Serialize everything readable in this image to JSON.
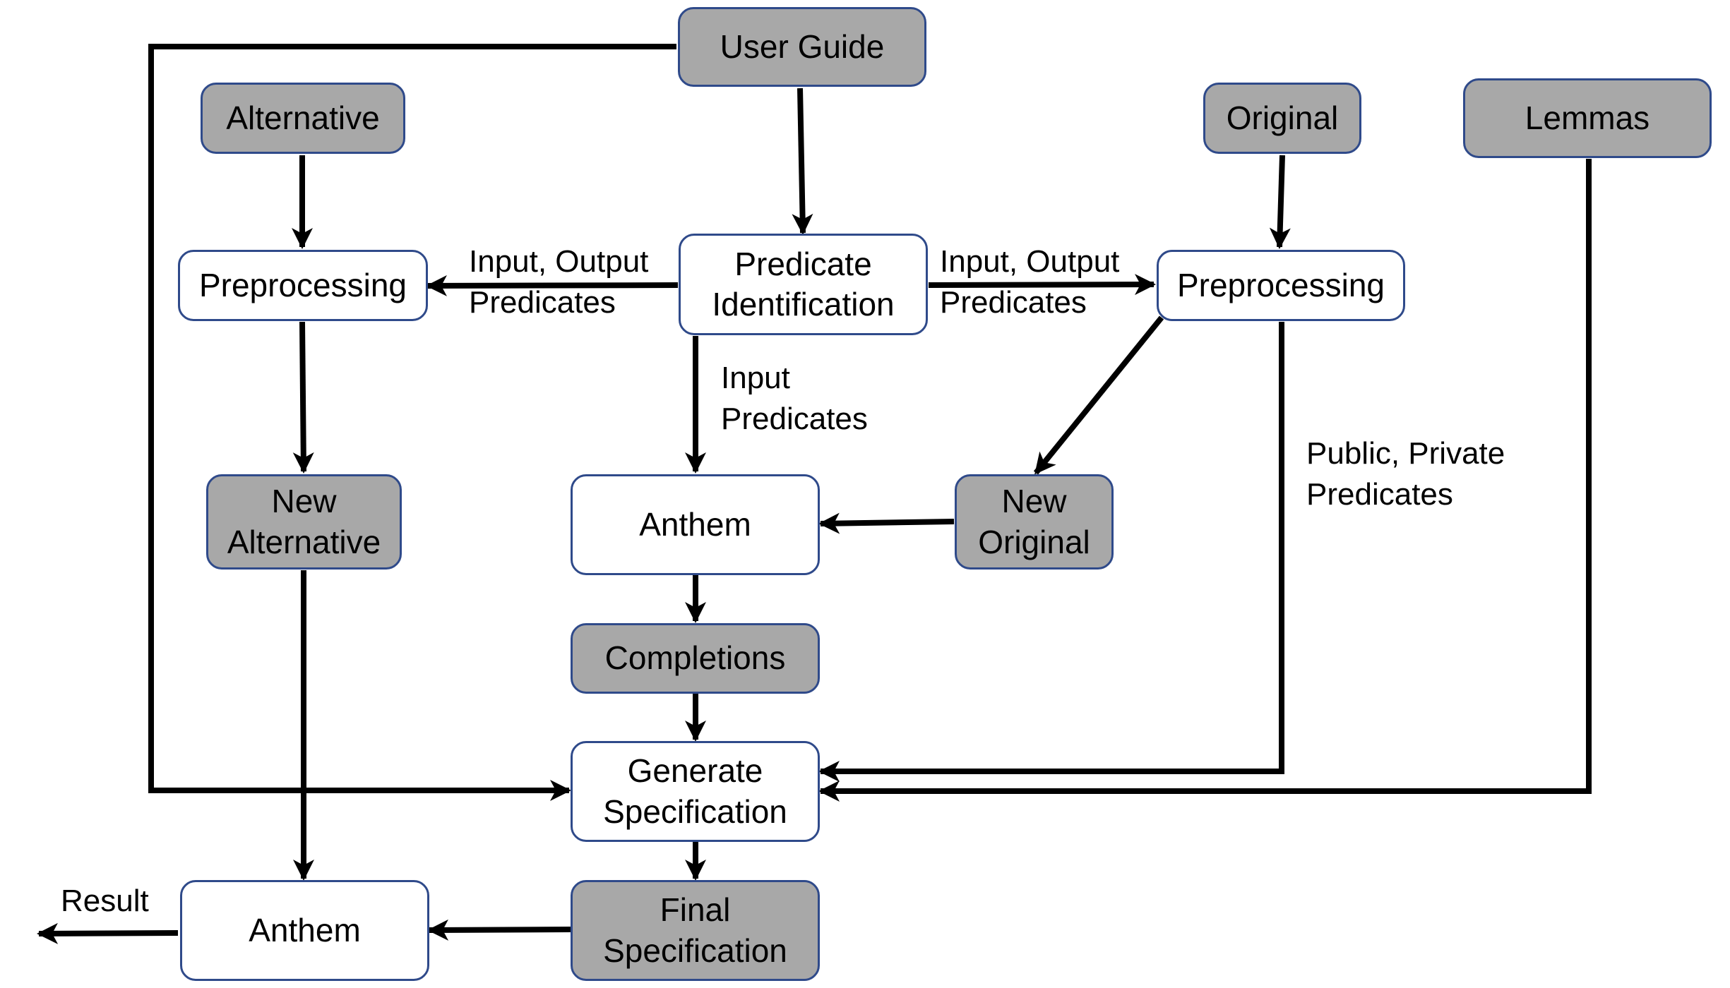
{
  "colors": {
    "data_node_fill": "#a8a8a8",
    "process_node_fill": "#ffffff",
    "node_border": "#2f4a8a",
    "edge": "#000000"
  },
  "nodes": {
    "user_guide": "User Guide",
    "alternative": "Alternative",
    "original": "Original",
    "lemmas": "Lemmas",
    "preprocessing_left": "Preprocessing",
    "predicate_identification": "Predicate\nIdentification",
    "preprocessing_right": "Preprocessing",
    "new_alternative": "New\nAlternative",
    "anthem_middle": "Anthem",
    "new_original": "New\nOriginal",
    "completions": "Completions",
    "generate_specification": "Generate\nSpecification",
    "anthem_bottom": "Anthem",
    "final_specification": "Final\nSpecification"
  },
  "edge_labels": {
    "io_predicates_left": "Input, Output\nPredicates",
    "io_predicates_right": "Input, Output\nPredicates",
    "input_predicates": "Input\nPredicates",
    "public_private_predicates": "Public, Private\nPredicates",
    "result": "Result"
  }
}
